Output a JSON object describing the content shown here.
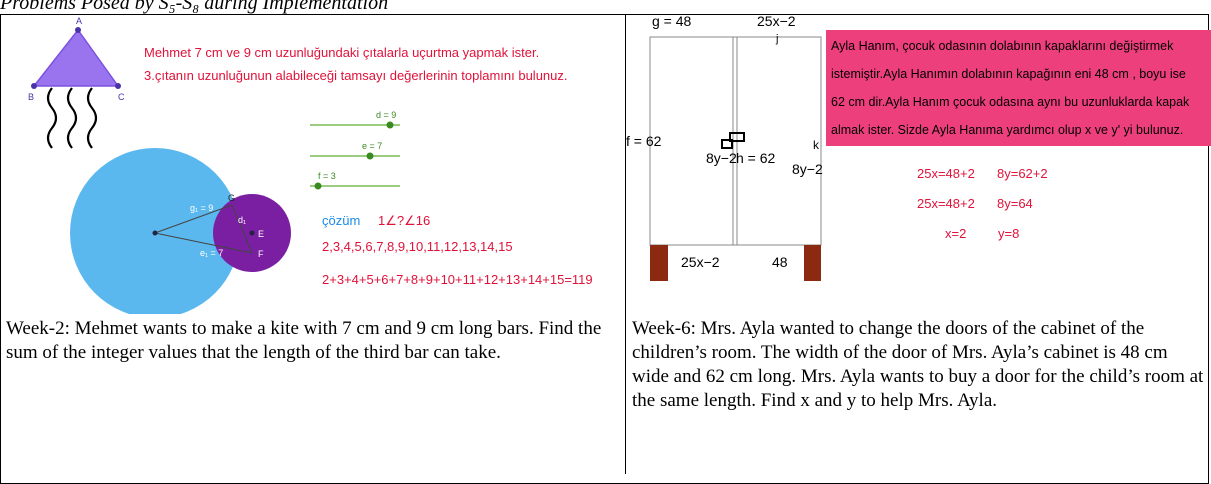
{
  "table_caption": "Problems Posed by S₅-S₈ during Implementation",
  "left": {
    "problem_line1": "Mehmet 7 cm ve 9 cm uzunluğundaki çıtalarla uçurtma yapmak ister.",
    "problem_line2": "3.çıtanın uzunluğunun alabileceği tamsayı değerlerinin toplamını bulunuz.",
    "triangle_labels": [
      "A",
      "B",
      "C"
    ],
    "slider_d": "d = 9",
    "slider_e": "e = 7",
    "slider_f": "f = 3",
    "circle_labels": [
      "G",
      "E",
      "F"
    ],
    "seg_g": "g₁ = 9",
    "seg_e": "e₁ = 7",
    "seg_d": "d₁",
    "solution_label": "çözüm",
    "solution_ineq": "1∠?∠16",
    "solution_list": "2,3,4,5,6,7,8,9,10,11,12,13,14,15",
    "solution_sum": "2+3+4+5+6+7+8+9+10+11+12+13+14+15=119",
    "description": "Week-2: Mehmet wants to make a kite with 7 cm and 9 cm long bars. Find the sum of the integer values that the length of the third bar can take."
  },
  "right": {
    "top_g": "g = 48",
    "top_25x": "25x−2",
    "label_j": "j",
    "label_f": "f = 62",
    "label_8y_left": "8y−2",
    "label_h": "h = 62",
    "label_k": "k",
    "label_8y_right": "8y−2",
    "bottom_25x": "25x−2",
    "bottom_48": "48",
    "pink_text": [
      "Ayla Hanım, çocuk odasının dolabının kapaklarını değiştirmek",
      "istemiştir.Ayla Hanımın dolabının kapağının eni 48 cm , boyu ise",
      "62 cm dir.Ayla Hanım çocuk odasına aynı bu uzunluklarda kapak",
      "almak ister. Sizde Ayla Hanıma yardımcı olup x ve y' yi bulunuz."
    ],
    "eq1a": "25x=48+2",
    "eq1b": "8y=62+2",
    "eq2a": "25x=48+2",
    "eq2b": "8y=64",
    "eq3a": "x=2",
    "eq3b": "y=8",
    "description": "Week-6: Mrs. Ayla wanted to change the doors of the cabinet of the children’s room. The width of the door of Mrs. Ayla’s cabinet is 48 cm wide and 62 cm long. Mrs. Ayla wants to buy a door for the child’s room at the same length. Find x and y to help Mrs. Ayla."
  },
  "colors": {
    "pink": "#ee3f7d",
    "red_text": "#e0123a",
    "blue": "#5ab8ef",
    "purple": "#7a1fa2",
    "green": "#3a8a22",
    "dark_red": "#8b2a10",
    "triangle": "#9a74ee"
  }
}
